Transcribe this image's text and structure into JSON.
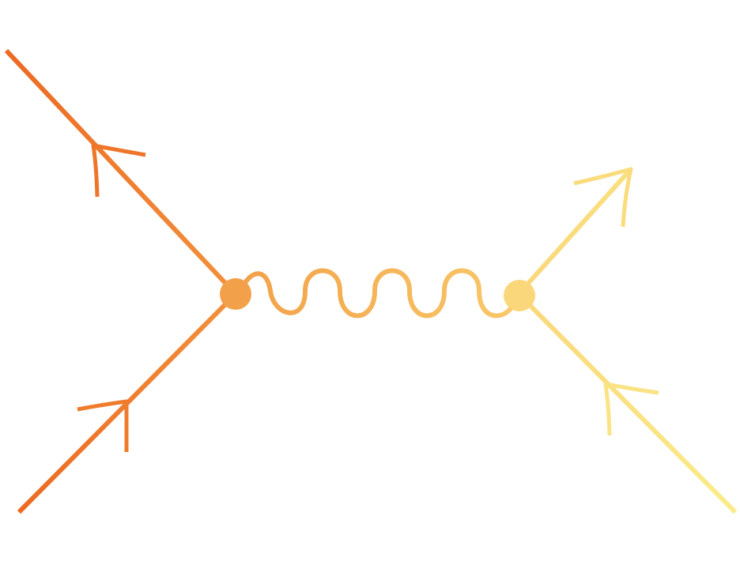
{
  "diagram": {
    "kind": "feynman-diagram",
    "description_elements": {
      "vertices": [
        "left-vertex",
        "right-vertex"
      ],
      "fermion_lines": [
        "upper-left-incoming",
        "lower-left-incoming",
        "upper-right-outgoing",
        "lower-right-incoming"
      ],
      "propagator": "wavy-photon-propagator",
      "wave_crests": 4
    },
    "colors": {
      "orange_dark": "#ec6a23",
      "orange": "#f2913c",
      "orange_mid": "#f4ac4d",
      "yellow_mid": "#f7cd66",
      "yellow": "#fad77a",
      "yellow_light": "#faec8a"
    }
  }
}
